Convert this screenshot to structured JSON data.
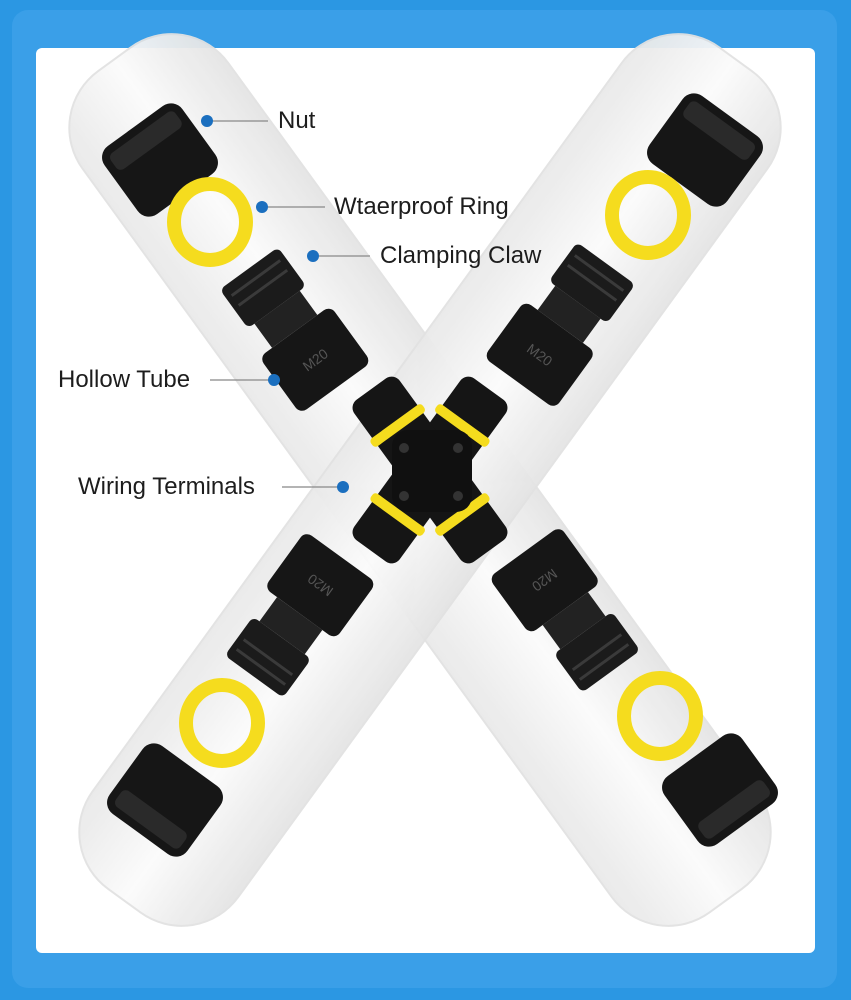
{
  "labels": {
    "nut": "Nut",
    "ring": "Wtaerproof Ring",
    "claw": "Clamping Claw",
    "tube": "Hollow Tube",
    "terminals": "Wiring Terminals"
  },
  "marks": {
    "thread_upper": "M20",
    "thread_lower": "M20"
  },
  "colors": {
    "frame": "#2b97e3",
    "ring": "#f5dc1e",
    "dot": "#1b6fbf",
    "part_black": "#161616"
  }
}
